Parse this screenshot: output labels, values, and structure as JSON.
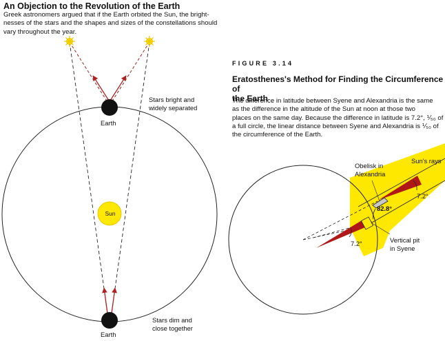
{
  "left": {
    "title": "An Objection to the Revolution of the Earth",
    "caption_lines": [
      "Greek astronomers argued that if the Earth orbited the Sun, the bright-",
      "nesses of the stars and the shapes and sizes of the constellations should",
      "vary throughout the year."
    ],
    "sun_label": "Sun",
    "earth_top_label": "Earth",
    "earth_bottom_label": "Earth",
    "stars_top_lines": [
      "Stars bright and",
      "widely separated"
    ],
    "stars_bottom_lines": [
      "Stars dim and",
      "close together"
    ]
  },
  "right": {
    "figure_number": "FIGURE 3.14",
    "title_lines": [
      "Eratosthenes's Method for Finding the Circumference of",
      "the Earth"
    ],
    "caption_lines": [
      "The difference in latitude between Syene and Alexandria is the same",
      "as the difference in the altitude of the Sun at noon at those two",
      "places on the same day. Because the difference in latitude is 7.2°, ⅟₅₀ of",
      "a full circle, the linear distance between Syene and Alexandria is ⅟₅₀ of",
      "the circumference of the Earth."
    ],
    "suns_rays_label": "Sun's rays",
    "obelisk_lines": [
      "Obelisk in",
      "Alexandria"
    ],
    "angle_top": "7.2°",
    "angle_82": "82.8°",
    "angle_bottom": "7.2°",
    "pit_lines": [
      "Vertical pit",
      "in Syene"
    ]
  },
  "colors": {
    "sun_fill": "#ffe800",
    "sun_stroke": "#d8b800",
    "rays_band": "#ffe800",
    "wedge_red": "#b01818",
    "arrow_red": "#b02020",
    "earth_dot": "#111111"
  }
}
